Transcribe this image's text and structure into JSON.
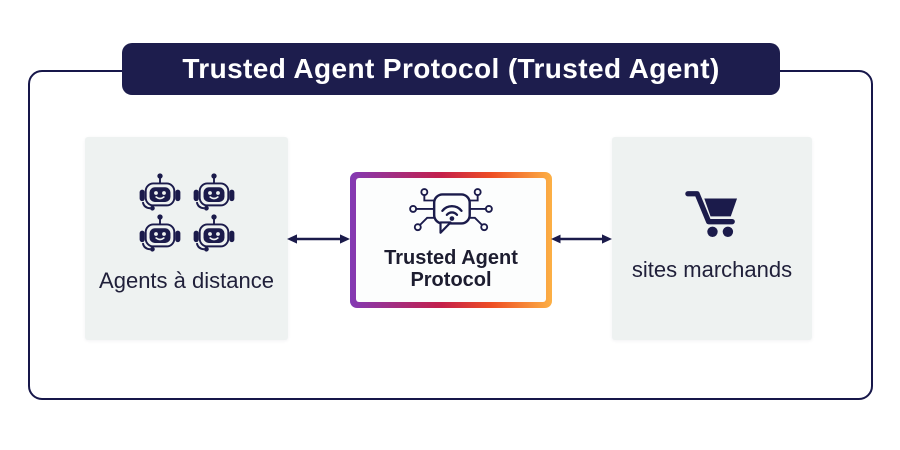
{
  "title": {
    "text": "Trusted Agent Protocol (Trusted Agent)"
  },
  "boxes": {
    "agents": {
      "label": "Agents à distance",
      "icon": "robot-icons-2x2-grid"
    },
    "protocol": {
      "label_line1": "Trusted Agent",
      "label_line2": "Protocol",
      "icon": "chat-bubble-wifi-circuit-icon"
    },
    "merchants": {
      "label": "sites marchands",
      "icon": "shopping-cart-icon"
    }
  },
  "arrows": [
    {
      "name": "arrow-agents-protocol",
      "direction": "double-headed"
    },
    {
      "name": "arrow-protocol-merchants",
      "direction": "double-headed"
    }
  ],
  "colors": {
    "background": "#ffffff",
    "navy": "#1b1b4b",
    "title_bar_bg": "#1d1d4d",
    "title_text": "#ffffff",
    "frame_border": "#17174a",
    "side_box_fill": "#eef2f1",
    "label_text": "#20203a",
    "protocol_inner_bg": "#fcfdfd",
    "gradient_stops": [
      "#833ab4",
      "#c41f4b",
      "#ee4e24",
      "#fcb045"
    ]
  }
}
